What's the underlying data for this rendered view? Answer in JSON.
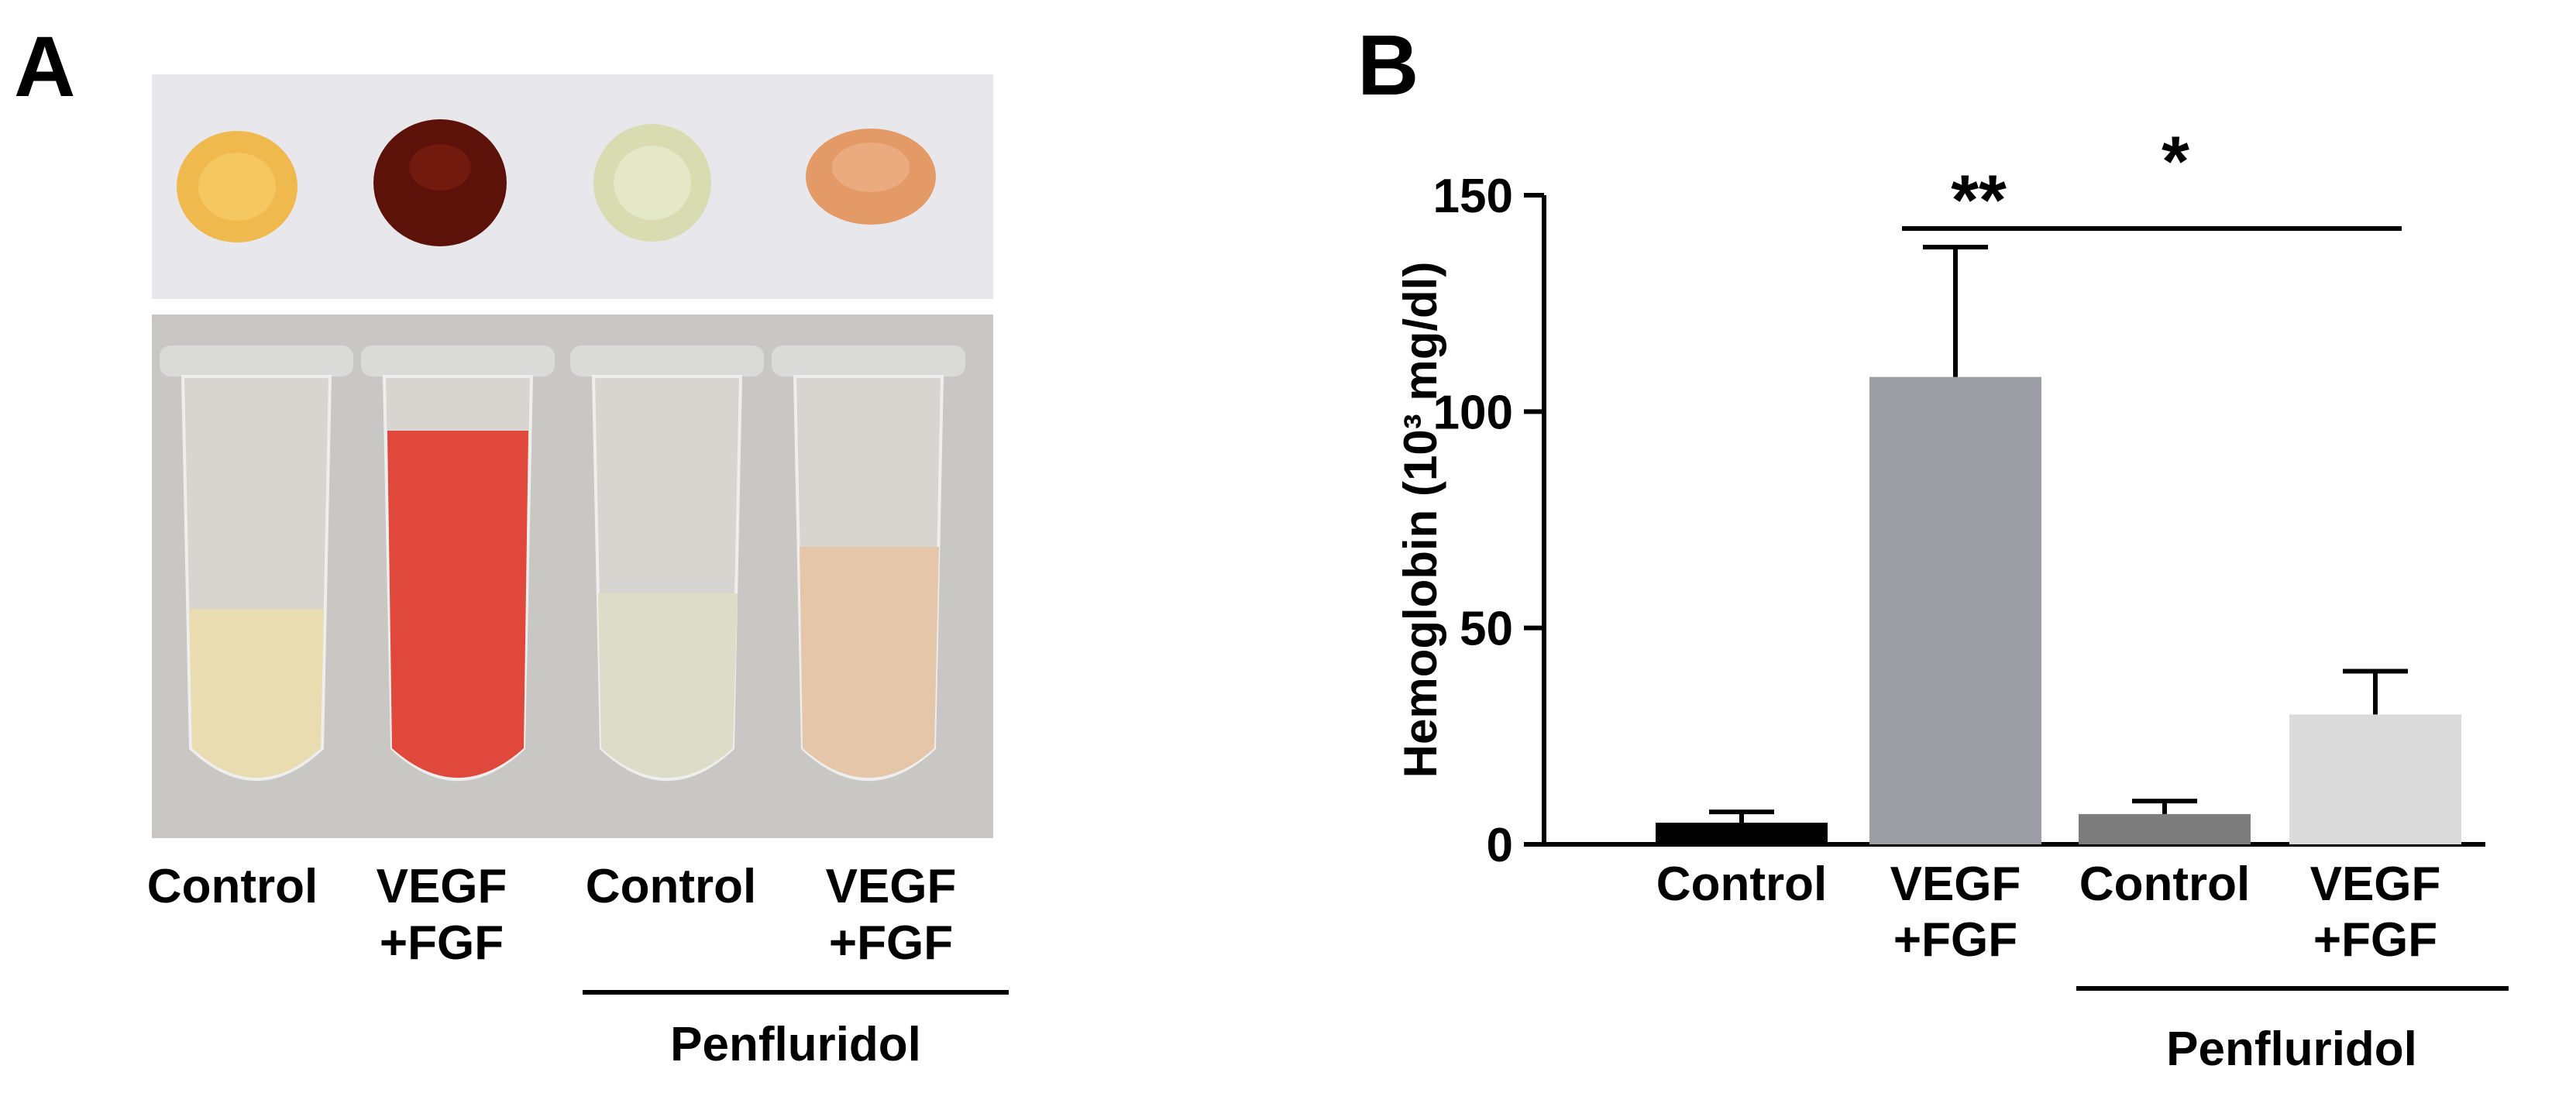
{
  "panel_a": {
    "letter": "A",
    "captions": [
      "Control",
      "VEGF\n+FGF",
      "Control",
      "VEGF\n+FGF"
    ],
    "group_label": "Penfluridol",
    "plug_colors": [
      "#f0b43c",
      "#5c1208",
      "#d8dcb0",
      "#e49a66"
    ],
    "tube_fill_colors": [
      "#e8dcb0",
      "#e0483c",
      "#dcdcc8",
      "#e6c6a8"
    ]
  },
  "panel_b": {
    "letter": "B",
    "group_label": "Penfluridol",
    "significance": [
      "**",
      "*"
    ]
  },
  "chart_data": {
    "type": "bar",
    "categories": [
      "Control",
      "VEGF\n+FGF",
      "Control",
      "VEGF\n+FGF"
    ],
    "series": [
      {
        "values": [
          5,
          108,
          7,
          30
        ],
        "errors": [
          2.5,
          30,
          3,
          10
        ]
      }
    ],
    "bar_colors": [
      "#000000",
      "#9d9da6",
      "#7d7d7d",
      "#dadada"
    ],
    "ylabel": "Hemoglobin  (10³ mg/dl)",
    "ylim": [
      0,
      150
    ],
    "yticks": [
      0,
      50,
      100,
      150
    ],
    "grid": false,
    "legend": "none"
  }
}
